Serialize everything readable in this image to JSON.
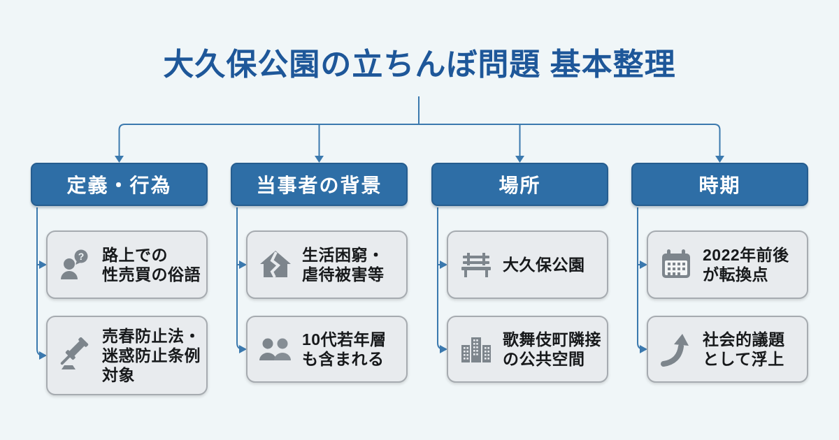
{
  "title": "大久保公園の立ちんぼ問題 基本整理",
  "colors": {
    "background": "#f0f6f8",
    "title_text": "#1e5799",
    "header_fill": "#2e6ea6",
    "header_border": "#265d8f",
    "connector_line": "#3b79ae",
    "card_fill": "#e8ebee",
    "card_border": "#a6abb0",
    "card_text": "#17191b",
    "icon_gray": "#7d858c"
  },
  "columns": [
    {
      "header": "定義・行為",
      "cards": [
        {
          "icon": "person-question-icon",
          "text": "路上での\n性売買の俗語"
        },
        {
          "icon": "gavel-icon",
          "text": "売春防止法・\n迷惑防止条例\n対象"
        }
      ]
    },
    {
      "header": "当事者の背景",
      "cards": [
        {
          "icon": "broken-house-icon",
          "text": "生活困窮・\n虐待被害等"
        },
        {
          "icon": "two-people-icon",
          "text": "10代若年層\nも含まれる"
        }
      ]
    },
    {
      "header": "場所",
      "cards": [
        {
          "icon": "bench-icon",
          "text": "大久保公園"
        },
        {
          "icon": "buildings-icon",
          "text": "歌舞伎町隣接\nの公共空間"
        }
      ]
    },
    {
      "header": "時期",
      "cards": [
        {
          "icon": "calendar-icon",
          "text": "2022年前後\nが転換点"
        },
        {
          "icon": "trend-up-arrow-icon",
          "text": "社会的議題\nとして浮上"
        }
      ]
    }
  ]
}
